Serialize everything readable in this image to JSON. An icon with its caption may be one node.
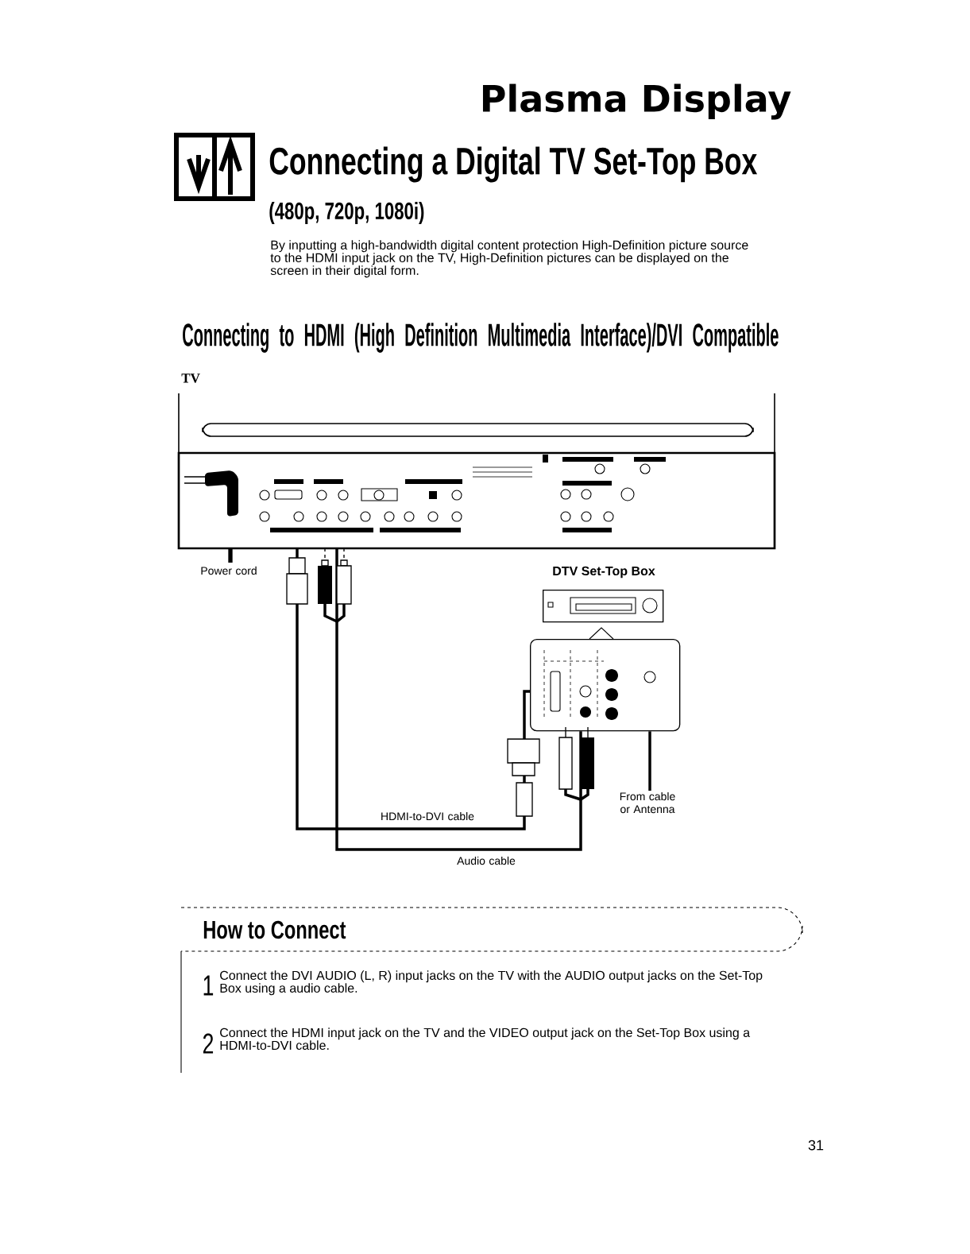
{
  "diagram": {
    "title": "Connecting a Digital TV Set-Top Box",
    "nodes": [
      {
        "text": [
          "TV"
        ]
      },
      {
        "text": [
          "DTV Set-Top Box"
        ]
      },
      {
        "text": [],
        "shape": "box"
      }
    ],
    "edges": [
      {
        "from": 0,
        "to": 2,
        "arrow": "none",
        "label": "HDMI-to-DVI cable"
      },
      {
        "from": 0,
        "to": 2,
        "arrow": "none",
        "label": "Audio cable"
      },
      {
        "from": 0,
        "to": null,
        "arrow": "none",
        "label": "Power cord"
      },
      {
        "from": null,
        "to": 2,
        "arrow": "none",
        "label": "From cable or Antenna"
      }
    ],
    "labels": [
      "Plasma Display",
      "(480p, 720p, 1080i)",
      "By inputting a high-bandwidth digital content protection High-Definition picture source to the HDMI input jack on the TV, High-Definition pictures can be displayed on the screen in their digital form.",
      "Connecting to HDMI (High Definition Multimedia Interface)/DVI Compatible",
      "How to Connect",
      "1",
      "Connect the DVI AUDIO (L, R) input jacks on the TV with the AUDIO output jacks on the Set-Top Box using a audio cable.",
      "2",
      "Connect the HDMI input jack on the TV and the VIDEO output jack on the Set-Top Box using a HDMI-to-DVI cable.",
      "31"
    ]
  }
}
